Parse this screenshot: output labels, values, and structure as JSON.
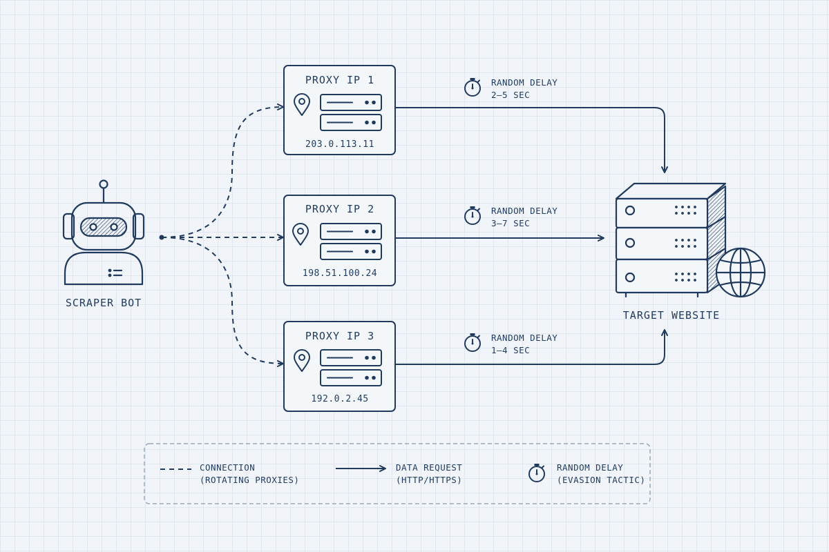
{
  "bot": {
    "label": "SCRAPER BOT"
  },
  "proxies": [
    {
      "title": "PROXY IP 1",
      "ip": "203.0.113.11",
      "delay_label": "RANDOM DELAY",
      "delay_range": "2–5 SEC"
    },
    {
      "title": "PROXY IP 2",
      "ip": "198.51.100.24",
      "delay_label": "RANDOM DELAY",
      "delay_range": "3–7 SEC"
    },
    {
      "title": "PROXY IP 3",
      "ip": "192.0.2.45",
      "delay_label": "RANDOM DELAY",
      "delay_range": "1–4 SEC"
    }
  ],
  "target": {
    "label": "TARGET WEBSITE"
  },
  "legend": {
    "connection": {
      "line1": "CONNECTION",
      "line2": "(ROTATING PROXIES)"
    },
    "request": {
      "line1": "DATA REQUEST",
      "line2": "(HTTP/HTTPS)"
    },
    "delay": {
      "line1": "RANDOM DELAY",
      "line2": "(EVASION TACTIC)"
    }
  },
  "colors": {
    "ink": "#1f3a5c",
    "background": "#f1f4f8",
    "grid": "#e1e7ef",
    "legend_border": "#9aa7b8"
  }
}
